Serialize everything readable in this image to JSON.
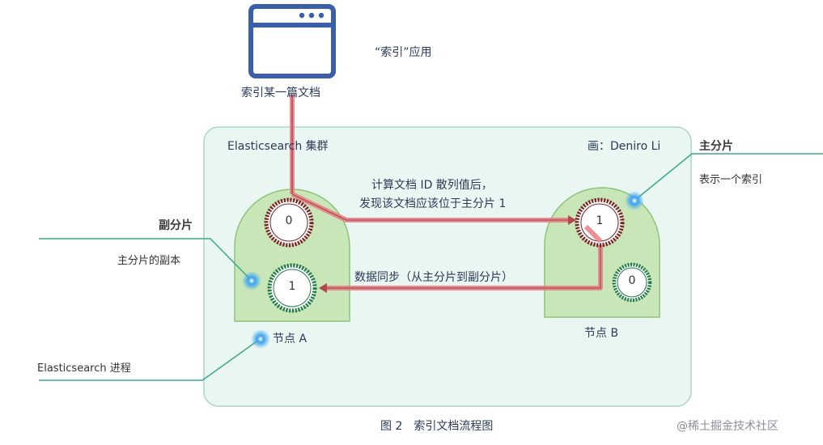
{
  "app": {
    "label": "“索引”应用",
    "action": "索引某一篇文档"
  },
  "cluster": {
    "title": "Elasticsearch 集群",
    "author": "画：Deniro Li"
  },
  "steps": {
    "hash_line1": "计算文档 ID 散列值后，",
    "hash_line2": "发现该文档应该位于主分片 1",
    "sync": "数据同步（从主分片到副分片）"
  },
  "nodes": {
    "a": {
      "label": "节点 A",
      "primary": "0",
      "replica": "1"
    },
    "b": {
      "label": "节点 B",
      "primary": "1",
      "replica": "0"
    }
  },
  "callouts": {
    "primary_title": "主分片",
    "primary_desc": "表示一个索引",
    "replica_title": "副分片",
    "replica_desc": "主分片的副本",
    "process": "Elasticsearch 进程"
  },
  "caption": "图 2　索引文档流程图",
  "watermark": "@稀土掘金技术社区",
  "colors": {
    "cluster_fill": "#eaf6f1",
    "cluster_border": "#a9d7c3",
    "node_fill": "#c9e6b8",
    "node_border": "#8cc47a",
    "flow": "#e77b82",
    "primary_ring": "#7a2226",
    "replica_ring": "#1f7a4a",
    "app_icon": "#3b5eab",
    "callout_line": "#3aa88a",
    "dot": "#3aa6f0"
  }
}
